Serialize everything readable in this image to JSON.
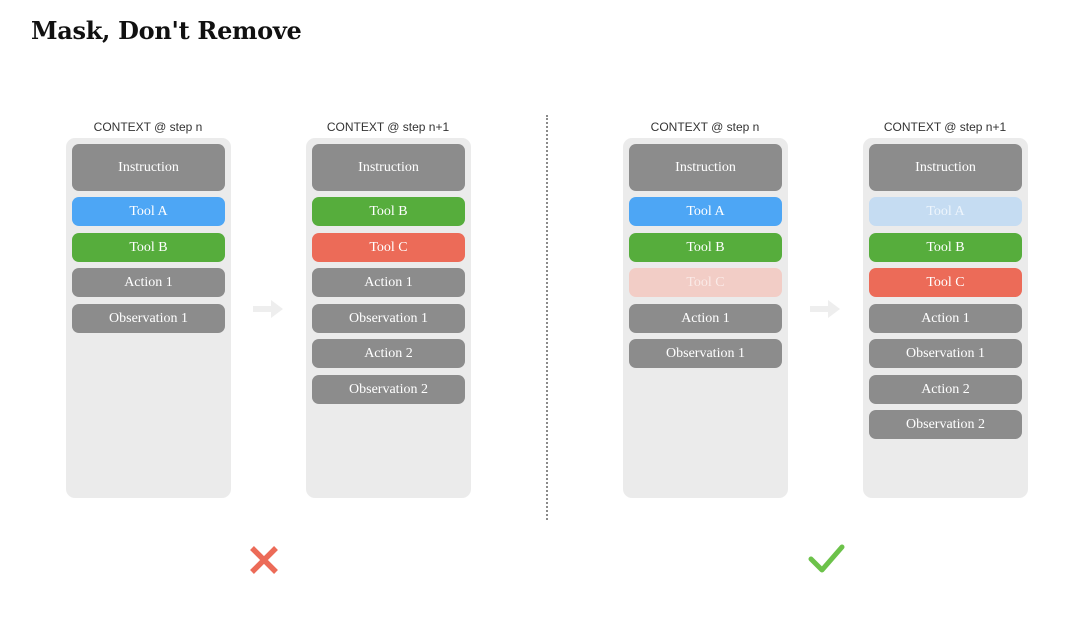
{
  "title": "Mask, Don't Remove",
  "colors": {
    "panel_bg": "#ebebeb",
    "gray": "#8c8c8c",
    "tool_a": "#4da6f5",
    "tool_b": "#56ad3c",
    "tool_c": "#ec6b58",
    "tool_a_masked": "#c5dcf2",
    "tool_c_masked": "#f2cdc6",
    "wrong_mark": "#ec6b58",
    "right_mark": "#6cc24a"
  },
  "left": {
    "step_n": {
      "label": "CONTEXT @ step n",
      "items": [
        "Instruction",
        "Tool A",
        "Tool B",
        "Action 1",
        "Observation 1"
      ]
    },
    "step_n1": {
      "label": "CONTEXT @ step n+1",
      "items": [
        "Instruction",
        "Tool B",
        "Tool C",
        "Action 1",
        "Observation 1",
        "Action 2",
        "Observation 2"
      ]
    },
    "verdict": "cross-icon"
  },
  "right": {
    "step_n": {
      "label": "CONTEXT @ step n",
      "items": [
        "Instruction",
        "Tool A",
        "Tool B",
        "Tool C",
        "Action 1",
        "Observation 1"
      ]
    },
    "step_n1": {
      "label": "CONTEXT @ step n+1",
      "items": [
        "Instruction",
        "Tool A",
        "Tool B",
        "Tool C",
        "Action 1",
        "Observation 1",
        "Action 2",
        "Observation 2"
      ]
    },
    "verdict": "check-icon"
  }
}
